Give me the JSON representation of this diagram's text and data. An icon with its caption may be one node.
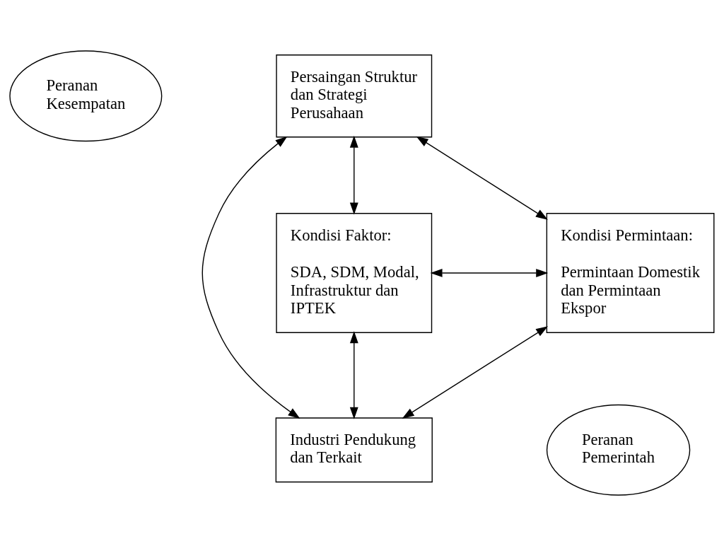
{
  "diagram": {
    "nodes": [
      {
        "text": [
          "Peranan Kesempatan"
        ]
      },
      {
        "text": [
          "Persaingan Struktur dan Strategi Perusahaan"
        ]
      },
      {
        "text": [
          "Kondisi Faktor:",
          "SDA, SDM, Modal, Infrastruktur dan IPTEK"
        ]
      },
      {
        "text": [
          "Kondisi Permintaan:",
          "Permintaan Domestik dan Permintaan Ekspor"
        ]
      },
      {
        "text": [
          "Industri Pendukung dan Terkait"
        ]
      },
      {
        "text": [
          "Peranan Pemerintah"
        ]
      }
    ],
    "edges": [
      {
        "from": 2,
        "to": 1,
        "arrow": "both"
      },
      {
        "from": 1,
        "to": 3,
        "arrow": "both"
      },
      {
        "from": 1,
        "to": 4,
        "arrow": "both"
      },
      {
        "from": 2,
        "to": 3,
        "arrow": "both"
      },
      {
        "from": 2,
        "to": 4,
        "arrow": "both"
      },
      {
        "from": 3,
        "to": 4,
        "arrow": "both"
      }
    ]
  }
}
